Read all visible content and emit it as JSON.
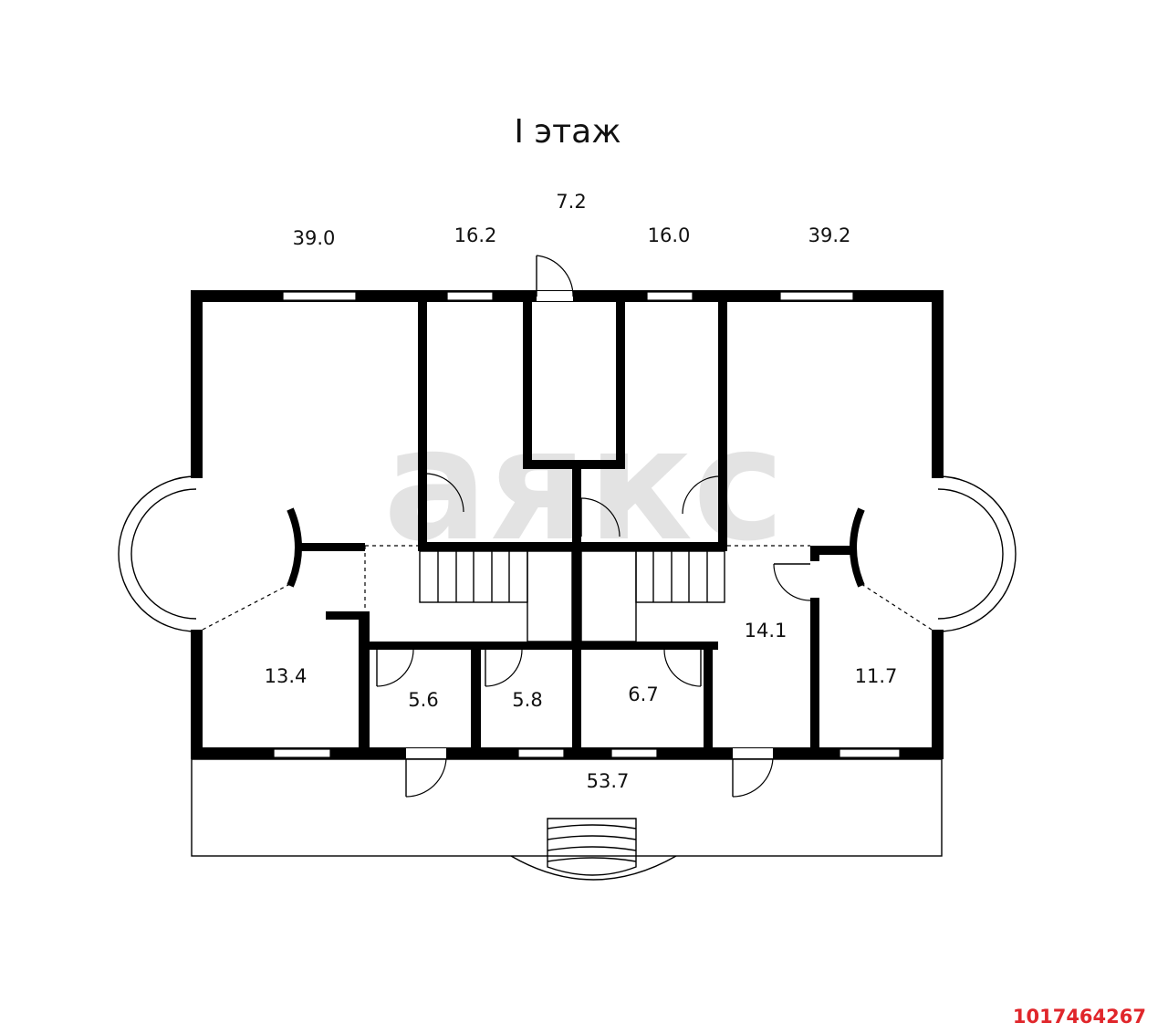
{
  "title": "I этаж",
  "watermark": "аякс",
  "listing_id": "1017464267",
  "rooms": [
    {
      "area": "39.0"
    },
    {
      "area": "16.2"
    },
    {
      "area": "7.2"
    },
    {
      "area": "16.0"
    },
    {
      "area": "39.2"
    },
    {
      "area": "13.4"
    },
    {
      "area": "5.6"
    },
    {
      "area": "5.8"
    },
    {
      "area": "6.7"
    },
    {
      "area": "14.1"
    },
    {
      "area": "11.7"
    },
    {
      "area": "53.7"
    }
  ],
  "colors": {
    "walls": "#000000",
    "watermark": "#e3e3e3",
    "listing_id": "#e0262b"
  }
}
